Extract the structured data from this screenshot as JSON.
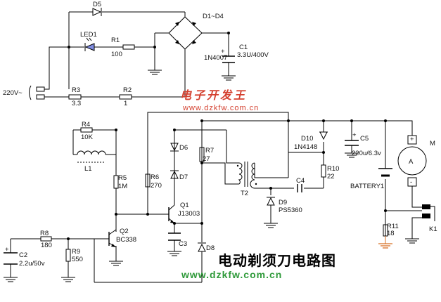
{
  "labels": {
    "d5": "D5",
    "led1": "LED1",
    "r1": "R1",
    "r1_val": "100",
    "d1d4": "D1~D4",
    "c1": "C1",
    "c1_val": "3.3U/400V",
    "in4007": "1N4007",
    "mains": "220V~",
    "r3": "R3",
    "r3_val": "3.3",
    "r2": "R2",
    "r2_val": "1",
    "r4": "R4",
    "r4_val": "10K",
    "l1": "L1",
    "r5": "R5",
    "r5_val": "1M",
    "d6": "D6",
    "d7": "D7",
    "r7": "R7",
    "r7_val": "27",
    "r6": "R6",
    "r6_val": "270",
    "t2": "T2",
    "d10": "D10",
    "d10_val": "1N4148",
    "c5": "C5",
    "c5_val": "220u/6.3v",
    "motor": "M",
    "motor_a": "A",
    "r10": "R10",
    "r10_val": "22",
    "c4": "C4",
    "battery": "BATTERY1",
    "d9": "D9",
    "d9_val": "PS5360",
    "q1": "Q1",
    "q1_val": "J13003",
    "q2": "Q2",
    "q2_val": "BC338",
    "r8": "R8",
    "r8_val": "180",
    "c2": "C2",
    "c2_val": "2.2u/50v",
    "r9": "R9",
    "r9_val": "550",
    "c3": "C3",
    "d8": "D8",
    "r11": "R11",
    "r11_val": "18",
    "k1": "K1"
  },
  "watermark": {
    "chinese": "电子开发王",
    "url": "www.dzkfw.com.cn"
  },
  "title": "电动剃须刀电路图",
  "footer_url": "www.dzkfw.com.cn"
}
